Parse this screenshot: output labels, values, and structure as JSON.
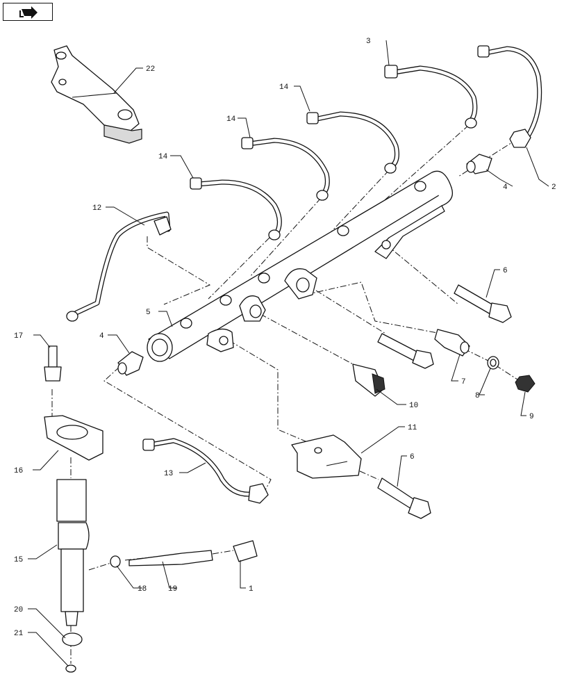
{
  "nav_button": {
    "icon": "forward-arrow-icon"
  },
  "callouts": {
    "c1": "1",
    "c2": "2",
    "c3": "3",
    "c4a": "4",
    "c4b": "4",
    "c5": "5",
    "c6a": "6",
    "c6b": "6",
    "c7": "7",
    "c8": "8",
    "c9": "9",
    "c10": "10",
    "c11": "11",
    "c12": "12",
    "c13": "13",
    "c14a": "14",
    "c14b": "14",
    "c14c": "14",
    "c15": "15",
    "c16": "16",
    "c17": "17",
    "c18": "18",
    "c19": "19",
    "c20": "20",
    "c21": "21",
    "c22": "22"
  }
}
